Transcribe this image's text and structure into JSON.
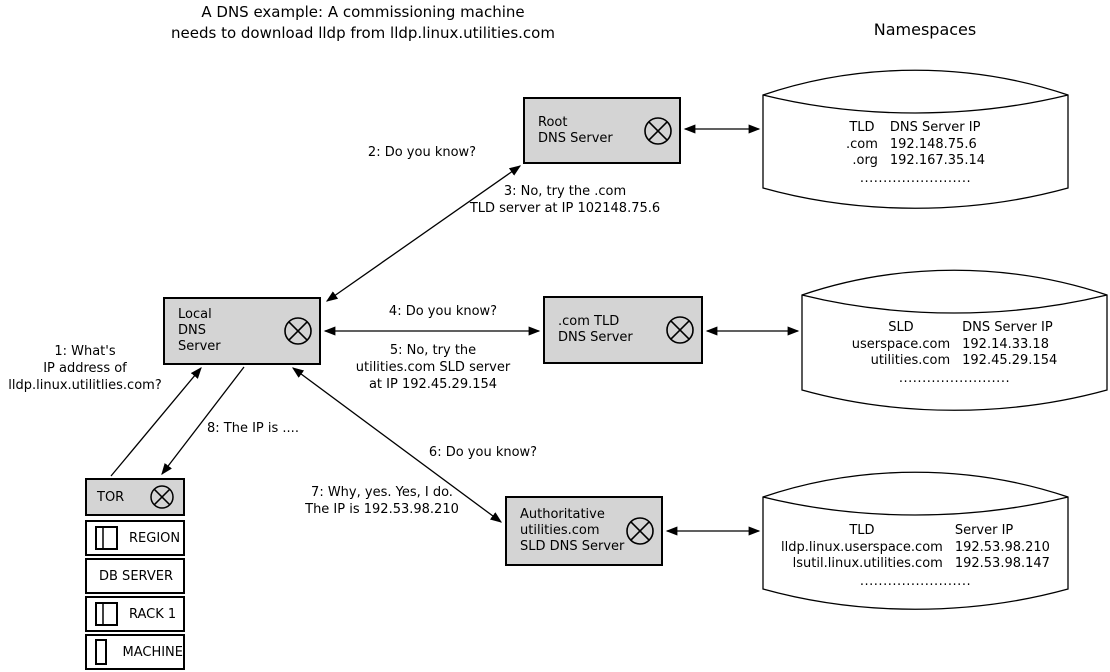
{
  "title": [
    "A DNS example: A commissioning machine",
    "needs to download lldp from lldp.linux.utilities.com"
  ],
  "namespaces": {
    "heading": "Namespaces",
    "tables": [
      {
        "name": "root-namespace",
        "headers": [
          "TLD",
          "DNS Server IP"
        ],
        "rows": [
          [
            ".com",
            "192.148.75.6"
          ],
          [
            ".org",
            "192.167.35.14"
          ]
        ],
        "more": "........................"
      },
      {
        "name": "tld-namespace",
        "headers": [
          "SLD",
          "DNS Server IP"
        ],
        "rows": [
          [
            "userspace.com",
            "192.14.33.18"
          ],
          [
            "utilities.com",
            "192.45.29.154"
          ]
        ],
        "more": "........................"
      },
      {
        "name": "sld-namespace",
        "headers": [
          "TLD",
          "Server IP"
        ],
        "rows": [
          [
            "lldp.linux.userspace.com",
            "192.53.98.210"
          ],
          [
            "lsutil.linux.utilities.com",
            "192.53.98.147"
          ]
        ],
        "more": "........................"
      }
    ]
  },
  "servers": {
    "root": [
      "Root",
      "DNS Server"
    ],
    "local": [
      "Local",
      "DNS",
      "Server"
    ],
    "com_tld": [
      ".com TLD",
      "DNS Server"
    ],
    "authoritative": [
      "Authoritative",
      "utilities.com",
      "SLD DNS Server"
    ]
  },
  "tor_stack": [
    "TOR",
    "REGION",
    "DB SERVER",
    "RACK 1",
    "MACHINE"
  ],
  "messages": {
    "m1": [
      "1: What's",
      "IP address of",
      "lldp.linux.utilitlies.com?"
    ],
    "m2": [
      "2: Do you know?"
    ],
    "m3": [
      "3: No, try the .com",
      "TLD server at IP 102148.75.6"
    ],
    "m4": [
      "4: Do you know?"
    ],
    "m5": [
      "5: No, try the",
      "utilities.com SLD server",
      "at IP 192.45.29.154"
    ],
    "m6": [
      "6: Do you know?"
    ],
    "m7": [
      "7: Why, yes. Yes, I do.",
      "The IP is 192.53.98.210"
    ],
    "m8": [
      "8: The IP is ...."
    ]
  },
  "icons": {
    "dns_server": "circled-x-icon",
    "region": "region-icon",
    "rack": "rack-icon",
    "machine": "machine-icon"
  },
  "colors": {
    "box_fill": "#d4d4d4",
    "stroke": "#000000",
    "background": "#ffffff"
  }
}
